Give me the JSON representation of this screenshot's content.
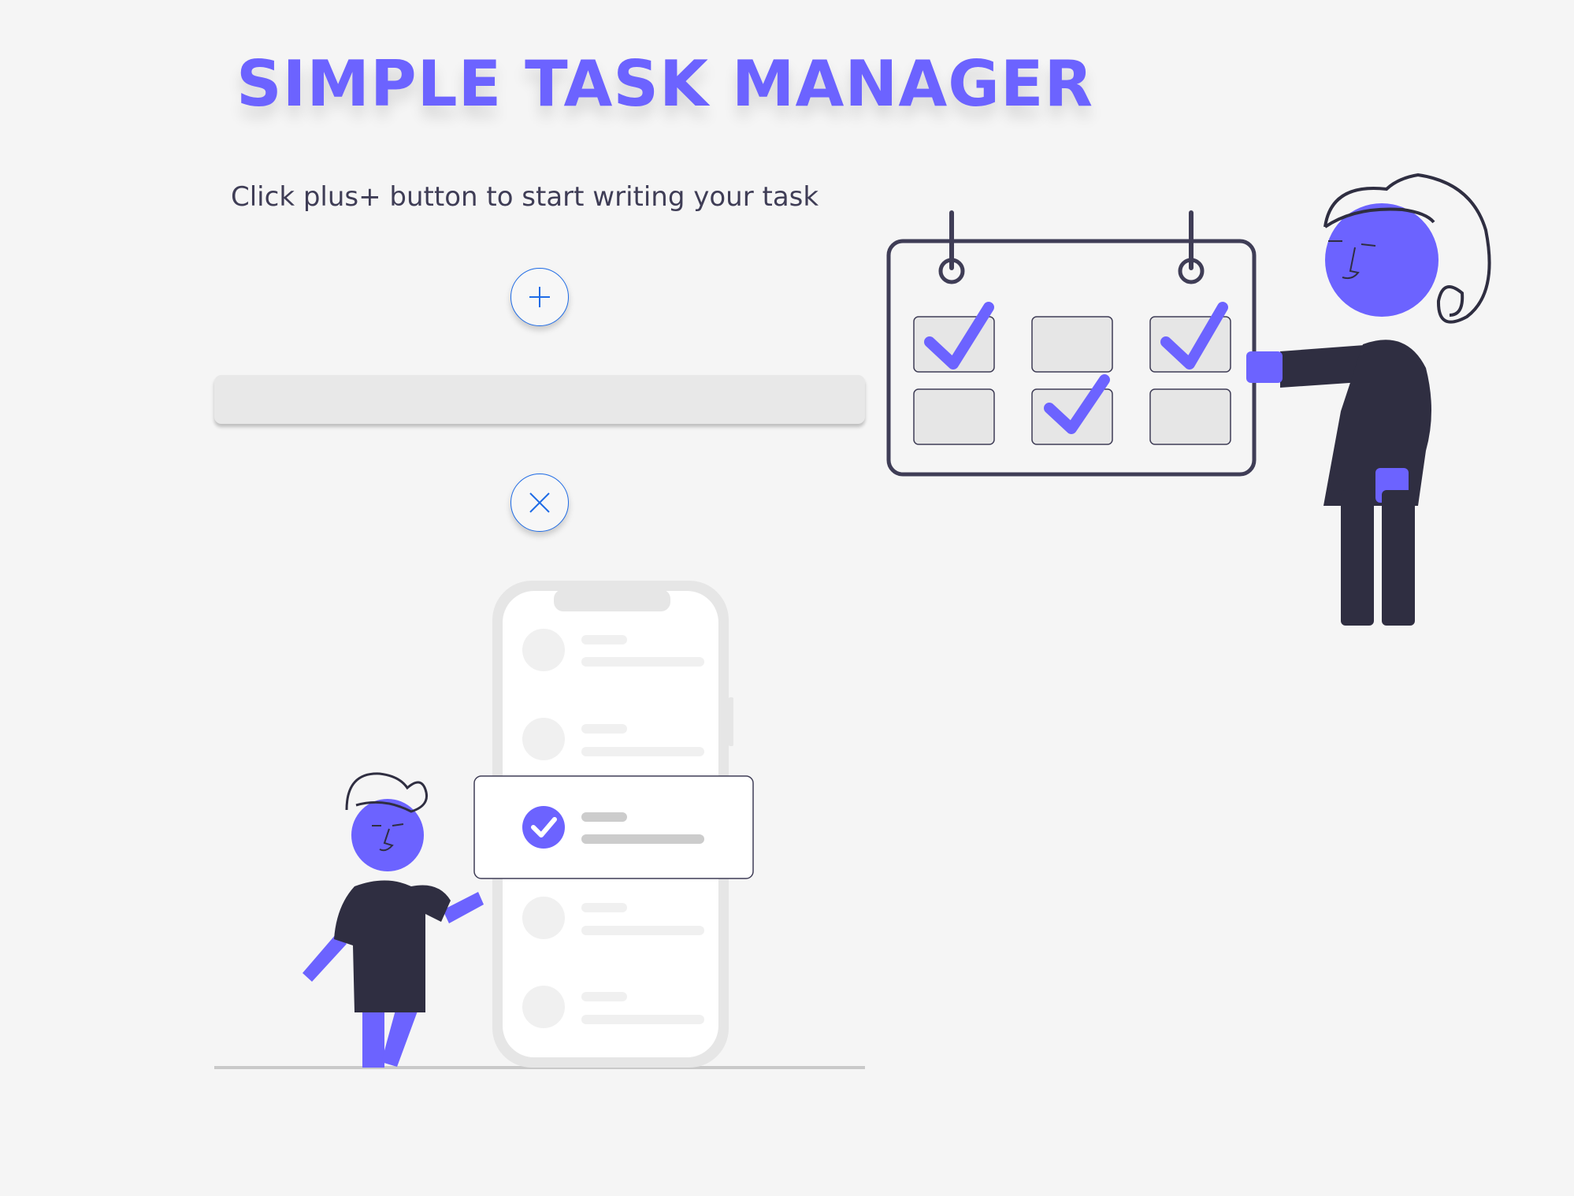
{
  "app": {
    "title": "SIMPLE TASK MANAGER",
    "instruction": "Click plus+ button to start writing your task"
  },
  "controls": {
    "add_icon": "plus-icon",
    "close_icon": "close-icon",
    "task_input_value": "",
    "task_input_placeholder": ""
  },
  "illustrations": {
    "phone_scene": "person with smartphone task list",
    "calendar_scene": "person with checklist calendar"
  },
  "colors": {
    "accent": "#6c63ff",
    "dark": "#2f2e41",
    "button_border": "#1e6be6",
    "background": "#f5f5f5",
    "input_bg": "#e8e8e8"
  }
}
